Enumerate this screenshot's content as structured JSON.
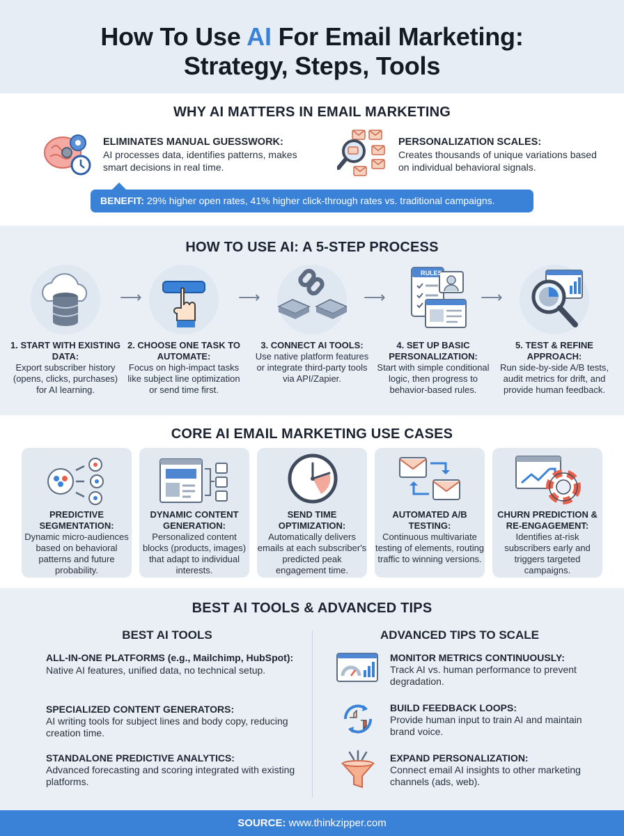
{
  "header": {
    "title_pre": "How To Use ",
    "title_ai": "AI",
    "title_post": " For Email Marketing:",
    "title_line2": "Strategy, Steps, Tools"
  },
  "why": {
    "title": "WHY AI MATTERS IN EMAIL MARKETING",
    "items": [
      {
        "heading": "ELIMINATES MANUAL GUESSWORK:",
        "body": "AI processes data, identifies patterns, makes smart decisions in real time.",
        "icon": "brain-gear-clock-icon"
      },
      {
        "heading": "PERSONALIZATION SCALES:",
        "body": "Creates thousands of unique variations based on individual behavioral signals.",
        "icon": "magnifier-envelopes-icon"
      }
    ],
    "benefit_label": "BENEFIT:",
    "benefit_text": " 29% higher open rates, 41% higher click-through rates vs. traditional campaigns."
  },
  "steps": {
    "title": "HOW TO USE AI: A 5-STEP PROCESS",
    "items": [
      {
        "heading": "1. START WITH EXISTING DATA:",
        "body": "Export subscriber history (opens, clicks, purchases) for AI learning.",
        "icon": "cloud-database-icon"
      },
      {
        "heading": "2. CHOOSE ONE TASK TO AUTOMATE:",
        "body": "Focus on high-impact tasks like subject line optimization or send time first.",
        "icon": "hand-press-button-icon"
      },
      {
        "heading": "3. CONNECT AI TOOLS:",
        "body": "Use native platform features or integrate third-party tools via API/Zapier.",
        "icon": "chain-link-icon"
      },
      {
        "heading": "4. SET UP BASIC PERSONALIZATION:",
        "body": "Start with simple conditional logic, then progress to behavior-based rules.",
        "icon": "rules-profile-icon",
        "badge": "RULES"
      },
      {
        "heading": "5. TEST & REFINE APPROACH:",
        "body": "Run side-by-side A/B tests, audit metrics for drift, and provide human feedback.",
        "icon": "magnifier-chart-icon"
      }
    ]
  },
  "usecases": {
    "title": "CORE AI EMAIL MARKETING USE CASES",
    "items": [
      {
        "heading": "PREDICTIVE SEGMENTATION:",
        "body": "Dynamic micro-audiences based on behavioral patterns and future probability.",
        "icon": "audience-groups-icon"
      },
      {
        "heading": "DYNAMIC CONTENT GENERATION:",
        "body": "Personalized content blocks (products, images) that adapt to individual interests.",
        "icon": "content-blocks-icon"
      },
      {
        "heading": "SEND TIME OPTIMIZATION:",
        "body": "Automatically delivers emails at each subscriber's predicted peak engagement time.",
        "icon": "clock-icon"
      },
      {
        "heading": "AUTOMATED A/B TESTING:",
        "body": "Continuous multivariate testing of elements, routing traffic to winning versions.",
        "icon": "envelope-swap-icon"
      },
      {
        "heading": "CHURN PREDICTION & RE-ENGAGEMENT:",
        "body": "Identifies at-risk subscribers early and triggers targeted campaigns.",
        "icon": "lifebuoy-chart-icon"
      }
    ]
  },
  "tools": {
    "title": "BEST AI TOOLS & ADVANCED TIPS",
    "left_title": "BEST AI TOOLS",
    "right_title": "ADVANCED TIPS TO SCALE",
    "left": [
      {
        "heading": "ALL-IN-ONE PLATFORMS (e.g., Mailchimp, HubSpot):",
        "body": " Native AI features, unified data, no technical setup."
      },
      {
        "heading": "SPECIALIZED CONTENT GENERATORS:",
        "body": "AI writing tools for subject lines and body copy, reducing creation time."
      },
      {
        "heading": "STANDALONE PREDICTIVE ANALYTICS:",
        "body": "Advanced forecasting and scoring integrated with existing platforms."
      }
    ],
    "right": [
      {
        "heading": "MONITOR METRICS CONTINUOUSLY:",
        "body": "Track AI vs. human performance to prevent degradation.",
        "icon": "dashboard-icon"
      },
      {
        "heading": "BUILD FEEDBACK LOOPS:",
        "body": "Provide human input to train AI and maintain brand voice.",
        "icon": "feedback-loop-icon"
      },
      {
        "heading": "EXPAND PERSONALIZATION:",
        "body": "Connect email AI insights to other marketing channels (ads, web).",
        "icon": "funnel-icon"
      }
    ]
  },
  "footer": {
    "label": "SOURCE:",
    "text": " www.thinkzipper.com"
  },
  "colors": {
    "accent": "#3a82d8",
    "orange": "#e8604c",
    "card": "#e3e9f1"
  }
}
